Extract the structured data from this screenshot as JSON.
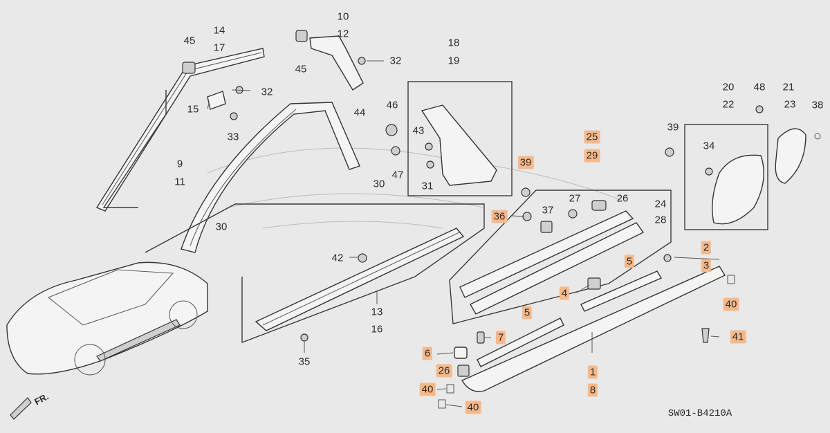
{
  "diagram_code": "SW01-B4210A",
  "front_marker": "FR.",
  "highlight_color": "#f7b98a",
  "labels": [
    {
      "text": "14"
    },
    {
      "text": "17"
    },
    {
      "text": "45"
    },
    {
      "text": "45"
    },
    {
      "text": "10"
    },
    {
      "text": "12"
    },
    {
      "text": "32"
    },
    {
      "text": "32"
    },
    {
      "text": "15"
    },
    {
      "text": "33"
    },
    {
      "text": "18"
    },
    {
      "text": "19"
    },
    {
      "text": "46"
    },
    {
      "text": "44"
    },
    {
      "text": "43"
    },
    {
      "text": "30"
    },
    {
      "text": "47"
    },
    {
      "text": "31"
    },
    {
      "text": "9"
    },
    {
      "text": "11"
    },
    {
      "text": "30"
    },
    {
      "text": "42"
    },
    {
      "text": "13"
    },
    {
      "text": "16"
    },
    {
      "text": "35"
    },
    {
      "text": "25",
      "highlight": true
    },
    {
      "text": "29",
      "highlight": true
    },
    {
      "text": "39",
      "highlight": true
    },
    {
      "text": "36",
      "highlight": true
    },
    {
      "text": "37"
    },
    {
      "text": "27"
    },
    {
      "text": "26"
    },
    {
      "text": "24"
    },
    {
      "text": "28"
    },
    {
      "text": "20"
    },
    {
      "text": "22"
    },
    {
      "text": "48"
    },
    {
      "text": "21"
    },
    {
      "text": "23"
    },
    {
      "text": "38"
    },
    {
      "text": "39"
    },
    {
      "text": "34"
    },
    {
      "text": "2",
      "highlight": true
    },
    {
      "text": "3",
      "highlight": true
    },
    {
      "text": "5",
      "highlight": true
    },
    {
      "text": "4",
      "highlight": true
    },
    {
      "text": "40",
      "highlight": true
    },
    {
      "text": "41",
      "highlight": true
    },
    {
      "text": "5",
      "highlight": true
    },
    {
      "text": "7",
      "highlight": true
    },
    {
      "text": "6",
      "highlight": true
    },
    {
      "text": "26",
      "highlight": true
    },
    {
      "text": "40",
      "highlight": true
    },
    {
      "text": "40",
      "highlight": true
    },
    {
      "text": "1",
      "highlight": true
    },
    {
      "text": "8",
      "highlight": true
    }
  ]
}
